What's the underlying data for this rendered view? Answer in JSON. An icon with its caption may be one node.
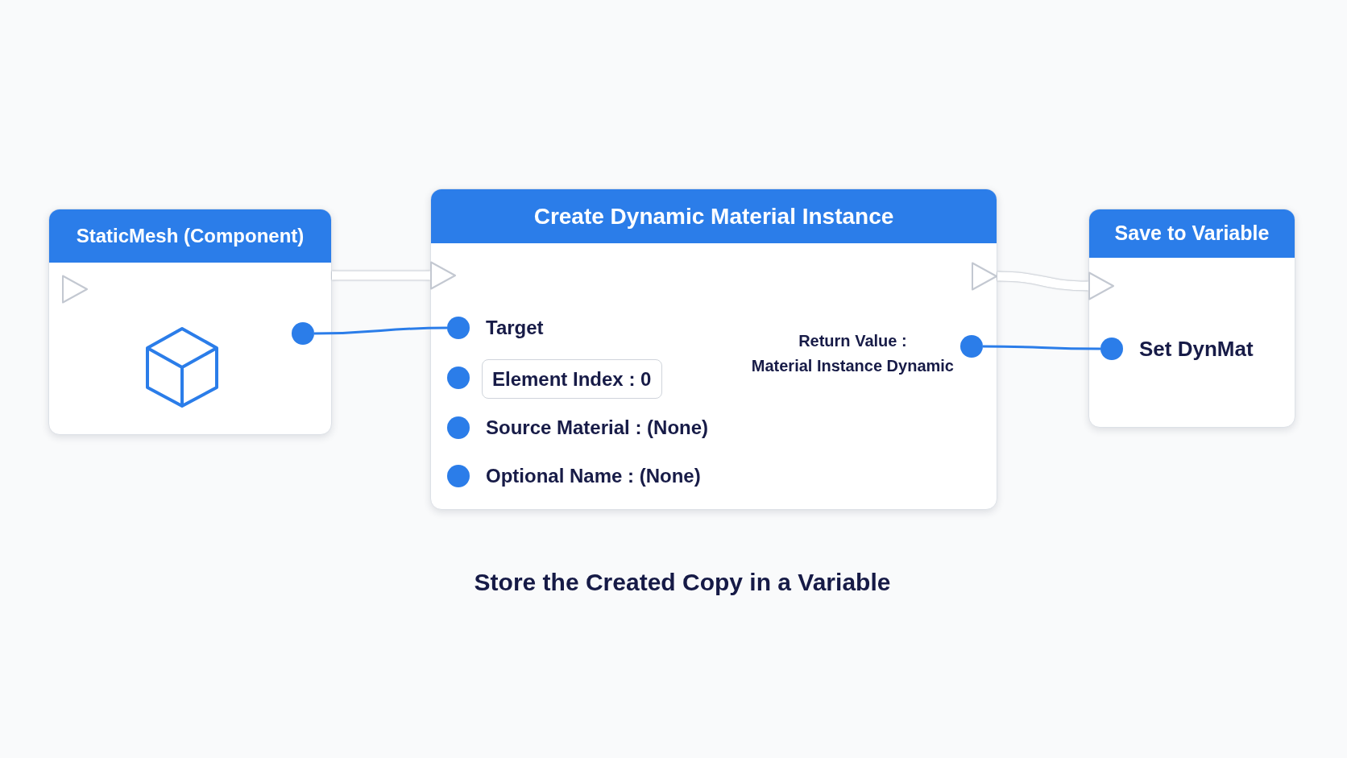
{
  "diagram": {
    "caption": "Store the Created Copy in a Variable",
    "nodes": [
      {
        "text": [
          "StaticMesh (Component)"
        ]
      },
      {
        "text": [],
        "shape": "triangle",
        "in": 0
      },
      {
        "text": [],
        "shape": "circle",
        "in": 0
      },
      {
        "text": [
          "Create Dynamic Material Instance"
        ]
      },
      {
        "text": [],
        "shape": "triangle",
        "in": 3
      },
      {
        "text": [],
        "shape": "triangle",
        "in": 3
      },
      {
        "text": [],
        "shape": "circle",
        "in": 3,
        "beside": [
          "Target"
        ]
      },
      {
        "text": [],
        "shape": "circle",
        "in": 3
      },
      {
        "text": [
          "Element Index : 0"
        ],
        "in": 3
      },
      {
        "text": [],
        "shape": "circle",
        "in": 3,
        "beside": [
          "Source Material : (None)"
        ]
      },
      {
        "text": [],
        "shape": "circle",
        "in": 3,
        "beside": [
          "Optional Name : (None)"
        ]
      },
      {
        "text": [],
        "shape": "circle",
        "in": 3,
        "beside": [
          "Return Value :",
          "Material Instance Dynamic"
        ]
      },
      {
        "text": [
          "Save to Variable"
        ]
      },
      {
        "text": [],
        "shape": "triangle",
        "in": 12
      },
      {
        "text": [],
        "shape": "circle",
        "in": 12,
        "beside": [
          "Set DynMat"
        ]
      }
    ],
    "edges": [
      {
        "from": 0,
        "to": 4,
        "arrow": "none",
        "style": "thick",
        "color": "#ffffff"
      },
      {
        "from": 2,
        "to": 6,
        "arrow": "none",
        "color": "#2b7de9"
      },
      {
        "from": 5,
        "to": 13,
        "arrow": "none",
        "style": "thick",
        "color": "#ffffff"
      },
      {
        "from": 11,
        "to": 14,
        "arrow": "none",
        "color": "#2b7de9"
      }
    ]
  }
}
